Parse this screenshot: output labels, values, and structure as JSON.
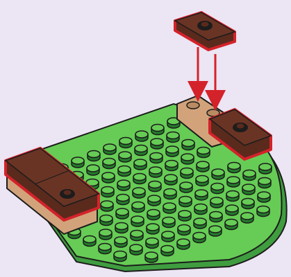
{
  "scene": {
    "kind": "building-instruction-step",
    "description_visible_text": "",
    "colors": {
      "background": "#ece5f3",
      "baseplate": "#66cc55",
      "baseplate_side": "#3f9d3f",
      "stud_top": "#66cc55",
      "stud_side": "#247a2a",
      "tan": "#d2a37a",
      "tan_dark": "#b98b62",
      "brown": "#5a2a1d",
      "brown_light": "#6a3424",
      "highlight": "#d4222a",
      "outline": "#1c1c1c"
    },
    "elements": [
      {
        "name": "green-round-baseplate",
        "role": "base"
      },
      {
        "name": "tan-plate-left",
        "role": "support"
      },
      {
        "name": "brown-tile-left",
        "role": "new-part",
        "highlighted": true
      },
      {
        "name": "tan-plate-right",
        "role": "support"
      },
      {
        "name": "brown-tile-right",
        "role": "new-part",
        "highlighted": true
      },
      {
        "name": "brown-tile-floating",
        "role": "new-part",
        "highlighted": true
      },
      {
        "name": "placement-arrows",
        "role": "indicator",
        "count": 2
      }
    ]
  }
}
